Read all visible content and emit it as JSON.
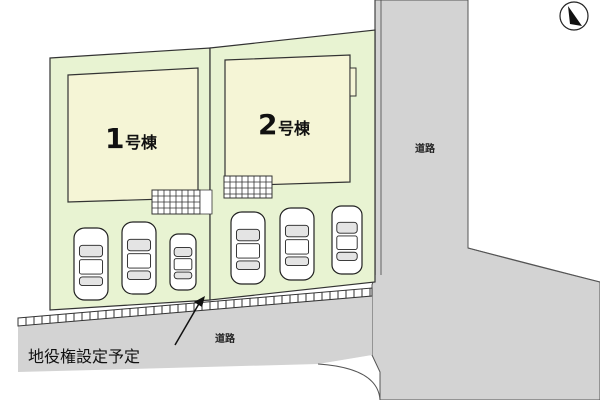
{
  "map": {
    "buildings": [
      {
        "number": "1",
        "suffix": "号棟"
      },
      {
        "number": "2",
        "suffix": "号棟"
      }
    ],
    "roads": {
      "east_label": "道路",
      "south_label": "道路"
    },
    "annotation": "地役権設定予定",
    "north_indicator": "compass-icon",
    "colors": {
      "lot_fill": "#e8f3d2",
      "building_fill": "#f5f5d6",
      "road_fill": "#d3d3d3",
      "outline": "#333333"
    }
  }
}
